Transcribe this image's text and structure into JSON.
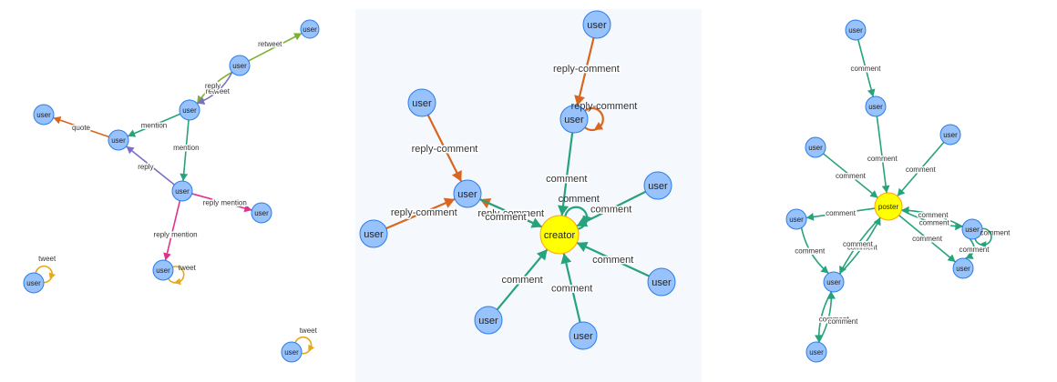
{
  "colors": {
    "node_fill": "#97c2fc",
    "node_stroke": "#2b7ce9",
    "center_fill": "#ffff00",
    "center_stroke": "#ffa500",
    "retweet": "#7bb32e",
    "reply": "#7c6fc1",
    "mention": "#26a37a",
    "quote": "#d9661f",
    "reply_mention": "#e0328a",
    "tweet": "#e6a817",
    "reply_comment": "#d9661f",
    "comment": "#26a37a"
  },
  "graphs": [
    {
      "name": "twitter-graph",
      "nodes": [
        {
          "id": "a1",
          "label": "user"
        },
        {
          "id": "a2",
          "label": "user"
        },
        {
          "id": "a3",
          "label": "user"
        },
        {
          "id": "a4",
          "label": "user"
        },
        {
          "id": "a5",
          "label": "user"
        },
        {
          "id": "a6",
          "label": "user"
        },
        {
          "id": "a7",
          "label": "user"
        },
        {
          "id": "a8",
          "label": "user"
        },
        {
          "id": "a9",
          "label": "user"
        },
        {
          "id": "a10",
          "label": "user"
        }
      ],
      "edges": [
        {
          "from": "a2",
          "to": "a1",
          "label": "retweet",
          "kind": "retweet"
        },
        {
          "from": "a2",
          "to": "a3",
          "label": "retweet",
          "kind": "retweet"
        },
        {
          "from": "a2",
          "to": "a3",
          "label": "reply",
          "kind": "reply"
        },
        {
          "from": "a3",
          "to": "a5",
          "label": "mention",
          "kind": "mention"
        },
        {
          "from": "a5",
          "to": "a4",
          "label": "quote",
          "kind": "quote"
        },
        {
          "from": "a3",
          "to": "a6",
          "label": "mention",
          "kind": "mention"
        },
        {
          "from": "a6",
          "to": "a5",
          "label": "reply",
          "kind": "reply"
        },
        {
          "from": "a6",
          "to": "a7",
          "label": "reply mention",
          "kind": "reply_mention"
        },
        {
          "from": "a6",
          "to": "a8",
          "label": "reply mention",
          "kind": "reply_mention"
        },
        {
          "from": "a8",
          "to": "a8",
          "label": "tweet",
          "kind": "tweet"
        },
        {
          "from": "a9",
          "to": "a9",
          "label": "tweet",
          "kind": "tweet"
        },
        {
          "from": "a10",
          "to": "a10",
          "label": "tweet",
          "kind": "tweet"
        }
      ]
    },
    {
      "name": "creator-graph",
      "nodes": [
        {
          "id": "b1",
          "label": "user"
        },
        {
          "id": "b2",
          "label": "user"
        },
        {
          "id": "b3",
          "label": "user"
        },
        {
          "id": "b4",
          "label": "user"
        },
        {
          "id": "b5",
          "label": "user"
        },
        {
          "id": "b6",
          "label": "user"
        },
        {
          "id": "b7",
          "label": "user"
        },
        {
          "id": "b8",
          "label": "user"
        },
        {
          "id": "b9",
          "label": "user"
        },
        {
          "id": "b10",
          "label": "creator"
        }
      ],
      "edges": [
        {
          "from": "b1",
          "to": "b2",
          "label": "reply-comment",
          "kind": "reply_comment"
        },
        {
          "from": "b2",
          "to": "b2",
          "label": "reply-comment",
          "kind": "reply_comment"
        },
        {
          "from": "b3",
          "to": "b4",
          "label": "reply-comment",
          "kind": "reply_comment"
        },
        {
          "from": "b5",
          "to": "b4",
          "label": "reply-comment",
          "kind": "reply_comment"
        },
        {
          "from": "b10",
          "to": "b4",
          "label": "reply-comment",
          "kind": "reply_comment"
        },
        {
          "from": "b4",
          "to": "b10",
          "label": "comment",
          "kind": "comment"
        },
        {
          "from": "b2",
          "to": "b10",
          "label": "comment",
          "kind": "comment"
        },
        {
          "from": "b10",
          "to": "b10",
          "label": "comment",
          "kind": "comment"
        },
        {
          "from": "b6",
          "to": "b10",
          "label": "comment",
          "kind": "comment"
        },
        {
          "from": "b7",
          "to": "b10",
          "label": "comment",
          "kind": "comment"
        },
        {
          "from": "b8",
          "to": "b10",
          "label": "comment",
          "kind": "comment"
        },
        {
          "from": "b9",
          "to": "b10",
          "label": "comment",
          "kind": "comment"
        }
      ]
    },
    {
      "name": "poster-graph",
      "nodes": [
        {
          "id": "c1",
          "label": "user"
        },
        {
          "id": "c2",
          "label": "user"
        },
        {
          "id": "c3",
          "label": "user"
        },
        {
          "id": "c4",
          "label": "user"
        },
        {
          "id": "c5",
          "label": "poster"
        },
        {
          "id": "c6",
          "label": "user"
        },
        {
          "id": "c7",
          "label": "user"
        },
        {
          "id": "c8",
          "label": "user"
        },
        {
          "id": "c9",
          "label": "user"
        },
        {
          "id": "c10",
          "label": "user"
        }
      ],
      "edges": [
        {
          "from": "c1",
          "to": "c2",
          "label": "comment",
          "kind": "comment"
        },
        {
          "from": "c2",
          "to": "c5",
          "label": "comment",
          "kind": "comment"
        },
        {
          "from": "c3",
          "to": "c5",
          "label": "comment",
          "kind": "comment"
        },
        {
          "from": "c4",
          "to": "c5",
          "label": "comment",
          "kind": "comment"
        },
        {
          "from": "c5",
          "to": "c6",
          "label": "comment",
          "kind": "comment"
        },
        {
          "from": "c7",
          "to": "c5",
          "label": "comment",
          "kind": "comment"
        },
        {
          "from": "c5",
          "to": "c7",
          "label": "comment",
          "kind": "comment"
        },
        {
          "from": "c7",
          "to": "c7",
          "label": "comment",
          "kind": "comment"
        },
        {
          "from": "c5",
          "to": "c8",
          "label": "comment",
          "kind": "comment"
        },
        {
          "from": "c7",
          "to": "c8",
          "label": "comment",
          "kind": "comment"
        },
        {
          "from": "c6",
          "to": "c9",
          "label": "comment",
          "kind": "comment"
        },
        {
          "from": "c9",
          "to": "c5",
          "label": "comment",
          "kind": "comment"
        },
        {
          "from": "c5",
          "to": "c9",
          "label": "comment",
          "kind": "comment"
        },
        {
          "from": "c9",
          "to": "c10",
          "label": "comment",
          "kind": "comment"
        },
        {
          "from": "c10",
          "to": "c9",
          "label": "comment",
          "kind": "comment"
        }
      ]
    }
  ]
}
